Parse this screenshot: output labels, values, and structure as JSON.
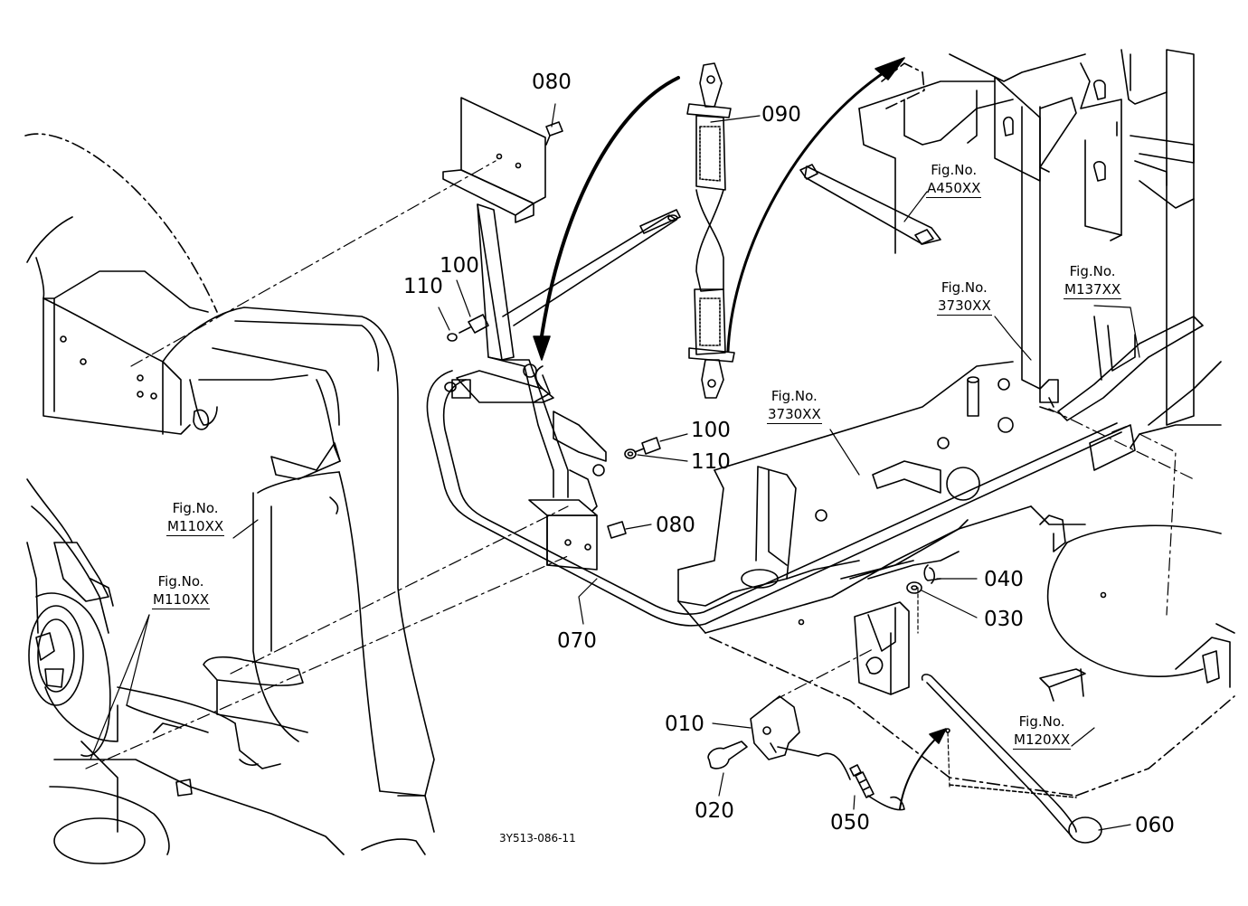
{
  "parts": [
    {
      "id": "p080a",
      "label": "080"
    },
    {
      "id": "p090",
      "label": "090"
    },
    {
      "id": "p100a",
      "label": "100"
    },
    {
      "id": "p110a",
      "label": "110"
    },
    {
      "id": "p100b",
      "label": "100"
    },
    {
      "id": "p110b",
      "label": "110"
    },
    {
      "id": "p080b",
      "label": "080"
    },
    {
      "id": "p070",
      "label": "070"
    },
    {
      "id": "p040",
      "label": "040"
    },
    {
      "id": "p030",
      "label": "030"
    },
    {
      "id": "p010",
      "label": "010"
    },
    {
      "id": "p020",
      "label": "020"
    },
    {
      "id": "p050",
      "label": "050"
    },
    {
      "id": "p060",
      "label": "060"
    }
  ],
  "figure_refs": [
    {
      "id": "a450",
      "prefix": "Fig.No.",
      "code": "A450XX"
    },
    {
      "id": "m137",
      "prefix": "Fig.No.",
      "code": "M137XX"
    },
    {
      "id": "r3730a",
      "prefix": "Fig.No.",
      "code": "3730XX"
    },
    {
      "id": "r3730b",
      "prefix": "Fig.No.",
      "code": "3730XX"
    },
    {
      "id": "m110a",
      "prefix": "Fig.No.",
      "code": "M110XX"
    },
    {
      "id": "m110b",
      "prefix": "Fig.No.",
      "code": "M110XX"
    },
    {
      "id": "m120",
      "prefix": "Fig.No.",
      "code": "M120XX"
    }
  ],
  "diagram_code": "3Y513-086-11"
}
